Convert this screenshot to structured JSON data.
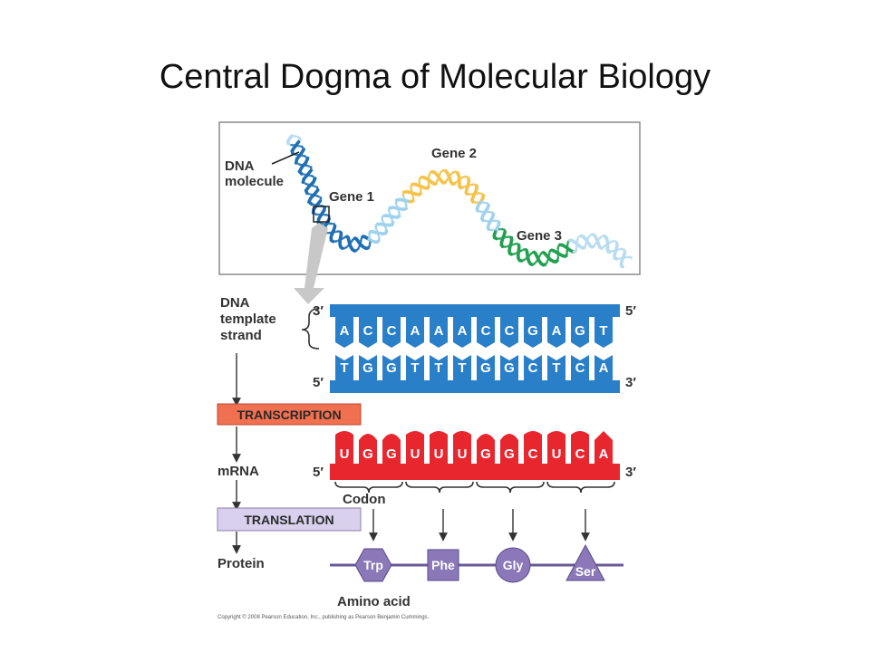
{
  "title": "Central Dogma of Molecular Biology",
  "dna_panel": {
    "dna_molecule_label": [
      "DNA",
      "molecule"
    ],
    "gene_labels": [
      "Gene 1",
      "Gene 2",
      "Gene 3"
    ]
  },
  "template_label": [
    "DNA",
    "template",
    "strand"
  ],
  "strand_ends": {
    "template_left": "3′",
    "template_right": "5′",
    "coding_left": "5′",
    "coding_right": "3′",
    "mrna_left": "5′",
    "mrna_right": "3′"
  },
  "template_bases": [
    "A",
    "C",
    "C",
    "A",
    "A",
    "A",
    "C",
    "C",
    "G",
    "A",
    "G",
    "T"
  ],
  "coding_bases": [
    "T",
    "G",
    "G",
    "T",
    "T",
    "T",
    "G",
    "G",
    "C",
    "T",
    "C",
    "A"
  ],
  "mrna_bases": [
    "U",
    "G",
    "G",
    "U",
    "U",
    "U",
    "G",
    "G",
    "C",
    "U",
    "C",
    "A"
  ],
  "process_labels": {
    "transcription": "TRANSCRIPTION",
    "translation": "TRANSLATION"
  },
  "side_labels": {
    "mrna": "mRNA",
    "protein": "Protein"
  },
  "codon_label": "Codon",
  "amino_acids": [
    "Trp",
    "Phe",
    "Gly",
    "Ser"
  ],
  "amino_acid_label": "Amino acid",
  "copyright": "Copyright © 2008 Pearson Education, Inc., publishing as Pearson Benjamin Cummings.",
  "colors": {
    "dna_blue": "#2a7fc9",
    "dna_dark": "#1e6fb3",
    "transcription_box": "#f07050",
    "translation_box": "#d8d0ec",
    "mrna_red": "#e8262e",
    "amino_purple": "#8a78b8",
    "gene1": "#1e6fb3",
    "gene2": "#f6c24a",
    "gene3": "#22a050"
  }
}
